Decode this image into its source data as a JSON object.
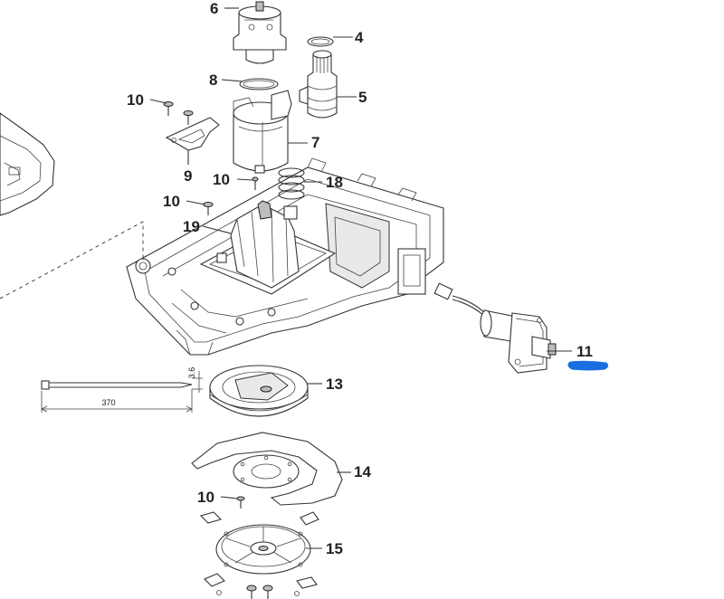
{
  "callouts": {
    "c6": "6",
    "c4": "4",
    "c8": "8",
    "c5": "5",
    "c10a": "10",
    "c7": "7",
    "c9": "9",
    "c10b": "10",
    "c18": "18",
    "c10c": "10",
    "c19": "19",
    "c11": "11",
    "c13": "13",
    "c14": "14",
    "c10d": "10",
    "c15": "15"
  },
  "dimensions": {
    "tie_width": "3.6",
    "tie_length": "370"
  },
  "colors": {
    "highlight": "#1a6fe0",
    "line": "#333333"
  }
}
